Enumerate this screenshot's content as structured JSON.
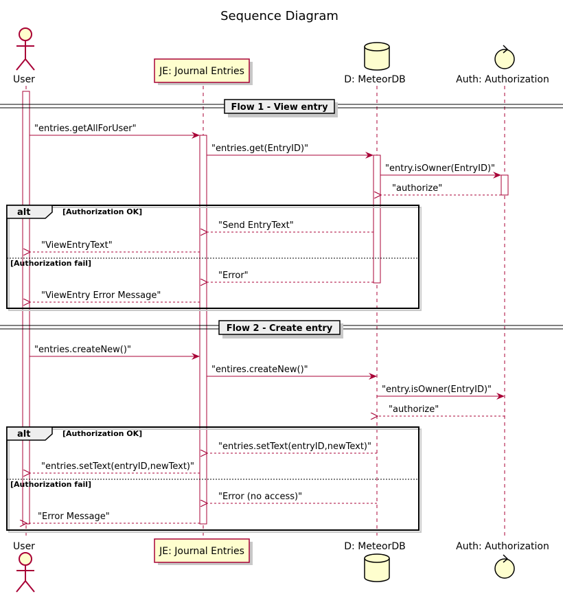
{
  "title": "Sequence Diagram",
  "participants": [
    {
      "name": "User",
      "kind": "actor"
    },
    {
      "name": "JE: Journal Entries",
      "kind": "participant"
    },
    {
      "name": "D: MeteorDB",
      "kind": "database"
    },
    {
      "name": "Auth: Authorization",
      "kind": "control"
    }
  ],
  "flow1": {
    "separator": "Flow 1 - View entry",
    "messages": [
      {
        "from": "User",
        "to": "JE: Journal Entries",
        "label": "\"entries.getAllForUser\"",
        "style": "sync"
      },
      {
        "from": "JE: Journal Entries",
        "to": "D: MeteorDB",
        "label": "\"entries.get(EntryID)\"",
        "style": "sync"
      },
      {
        "from": "D: MeteorDB",
        "to": "Auth: Authorization",
        "label": "\"entry.isOwner(EntryID)\"",
        "style": "sync"
      },
      {
        "from": "Auth: Authorization",
        "to": "D: MeteorDB",
        "label": "\"authorize\"",
        "style": "return"
      }
    ],
    "alt": {
      "keyword": "alt",
      "guard_ok": "[Authorization OK]",
      "guard_fail": "[Authorization fail]",
      "ok_messages": [
        {
          "from": "D: MeteorDB",
          "to": "JE: Journal Entries",
          "label": "\"Send EntryText\"",
          "style": "return"
        },
        {
          "from": "JE: Journal Entries",
          "to": "User",
          "label": "\"ViewEntryText\"",
          "style": "return"
        }
      ],
      "fail_messages": [
        {
          "from": "D: MeteorDB",
          "to": "JE: Journal Entries",
          "label": "\"Error\"",
          "style": "return"
        },
        {
          "from": "JE: Journal Entries",
          "to": "User",
          "label": "\"ViewEntry Error Message\"",
          "style": "return"
        }
      ]
    }
  },
  "flow2": {
    "separator": "Flow 2 - Create entry",
    "messages": [
      {
        "from": "User",
        "to": "JE: Journal Entries",
        "label": "\"entries.createNew()\"",
        "style": "sync"
      },
      {
        "from": "JE: Journal Entries",
        "to": "D: MeteorDB",
        "label": "\"entires.createNew()\"",
        "style": "sync"
      },
      {
        "from": "D: MeteorDB",
        "to": "Auth: Authorization",
        "label": "\"entry.isOwner(EntryID)\"",
        "style": "sync"
      },
      {
        "from": "Auth: Authorization",
        "to": "D: MeteorDB",
        "label": "\"authorize\"",
        "style": "return"
      }
    ],
    "alt": {
      "keyword": "alt",
      "guard_ok": "[Authorization OK]",
      "guard_fail": "[Authorization fail]",
      "ok_messages": [
        {
          "from": "D: MeteorDB",
          "to": "JE: Journal Entries",
          "label": "\"entries.setText(entryID,newText)\"",
          "style": "return"
        },
        {
          "from": "JE: Journal Entries",
          "to": "User",
          "label": "\"entries.setText(entryID,newText)\"",
          "style": "return"
        }
      ],
      "fail_messages": [
        {
          "from": "D: MeteorDB",
          "to": "JE: Journal Entries",
          "label": "\"Error (no access)\"",
          "style": "return"
        },
        {
          "from": "JE: Journal Entries",
          "to": "User",
          "label": "\"Error Message\"",
          "style": "return"
        }
      ]
    }
  },
  "colors": {
    "arrow": "#a80036",
    "box_fill": "#fefece",
    "box_stroke": "#a80036",
    "frame": "#000000",
    "separator_fill": "#eeeeee",
    "shadow": "#c8c8c8"
  }
}
